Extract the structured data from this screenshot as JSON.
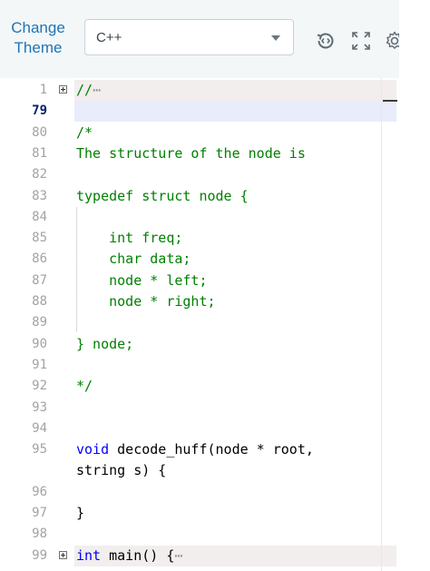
{
  "toolbar": {
    "change_theme": "Change\nTheme",
    "language": "C++",
    "icons": [
      "history-icon",
      "fullscreen-icon",
      "settings-icon"
    ]
  },
  "editor": {
    "active_line": 79,
    "lines": [
      {
        "num": "1",
        "fold": true,
        "tokens": [
          {
            "t": "//",
            "c": "comment"
          },
          {
            "t": "⋯",
            "c": "ellipsis"
          }
        ]
      },
      {
        "num": "79",
        "active": true,
        "tokens": []
      },
      {
        "num": "80",
        "tokens": [
          {
            "t": "/*",
            "c": "comment"
          }
        ]
      },
      {
        "num": "81",
        "tokens": [
          {
            "t": "The structure of the node is",
            "c": "comment"
          }
        ]
      },
      {
        "num": "82",
        "tokens": []
      },
      {
        "num": "83",
        "tokens": [
          {
            "t": "typedef struct node {",
            "c": "comment"
          }
        ]
      },
      {
        "num": "84",
        "tokens": []
      },
      {
        "num": "85",
        "tokens": [
          {
            "t": "    int freq;",
            "c": "comment"
          }
        ]
      },
      {
        "num": "86",
        "tokens": [
          {
            "t": "    char data;",
            "c": "comment"
          }
        ]
      },
      {
        "num": "87",
        "tokens": [
          {
            "t": "    node * left;",
            "c": "comment"
          }
        ]
      },
      {
        "num": "88",
        "tokens": [
          {
            "t": "    node * right;",
            "c": "comment"
          }
        ]
      },
      {
        "num": "89",
        "tokens": []
      },
      {
        "num": "90",
        "tokens": [
          {
            "t": "} node;",
            "c": "comment"
          }
        ]
      },
      {
        "num": "91",
        "tokens": []
      },
      {
        "num": "92",
        "tokens": [
          {
            "t": "*/",
            "c": "comment"
          }
        ]
      },
      {
        "num": "93",
        "tokens": []
      },
      {
        "num": "94",
        "tokens": []
      },
      {
        "num": "95",
        "tokens": [
          {
            "t": "void",
            "c": "kw"
          },
          {
            "t": " decode_huff(node * root,",
            "c": "plain"
          }
        ]
      },
      {
        "num": "",
        "tokens": [
          {
            "t": "string s) {",
            "c": "plain"
          }
        ]
      },
      {
        "num": "96",
        "tokens": []
      },
      {
        "num": "97",
        "tokens": [
          {
            "t": "}",
            "c": "plain"
          }
        ]
      },
      {
        "num": "98",
        "tokens": []
      },
      {
        "num": "99",
        "fold": true,
        "tokens": [
          {
            "t": "int",
            "c": "kw"
          },
          {
            "t": " main() {",
            "c": "plain"
          },
          {
            "t": "⋯",
            "c": "ellipsis"
          }
        ]
      }
    ]
  }
}
